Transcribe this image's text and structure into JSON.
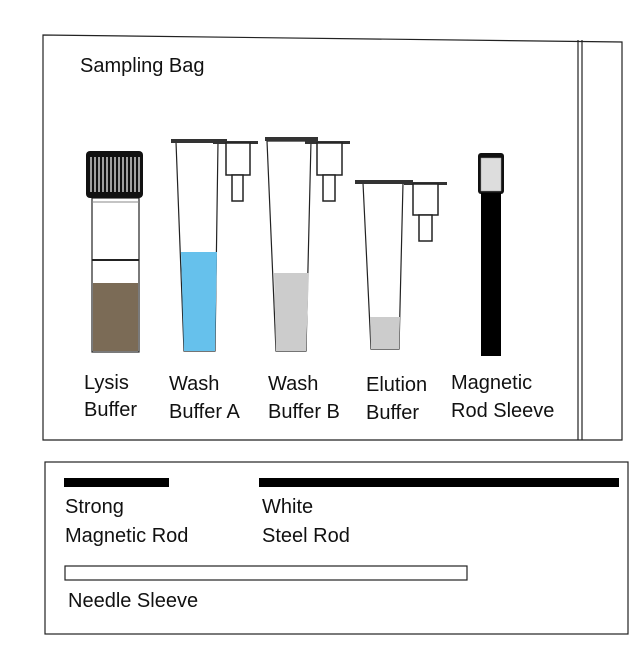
{
  "bag": {
    "title": "Sampling Bag",
    "items": [
      {
        "line1": "Lysis",
        "line2": "Buffer",
        "fill_color": "#7b6b56",
        "fill_fraction": 0.44
      },
      {
        "line1": "Wash",
        "line2": "Buffer A",
        "fill_color": "#66c1ec",
        "fill_fraction": 0.48
      },
      {
        "line1": "Wash",
        "line2": "Buffer B",
        "fill_color": "#cccccc",
        "fill_fraction": 0.37
      },
      {
        "line1": "Elution",
        "line2": "Buffer",
        "fill_color": "#cccccc",
        "fill_fraction": 0.19
      },
      {
        "line1": "Magnetic",
        "line2": "Rod Sleeve"
      }
    ]
  },
  "rods": {
    "strong": {
      "line1": "Strong",
      "line2": "Magnetic Rod"
    },
    "white": {
      "line1": "White",
      "line2": "Steel Rod"
    },
    "needle": {
      "label": "Needle Sleeve"
    }
  }
}
